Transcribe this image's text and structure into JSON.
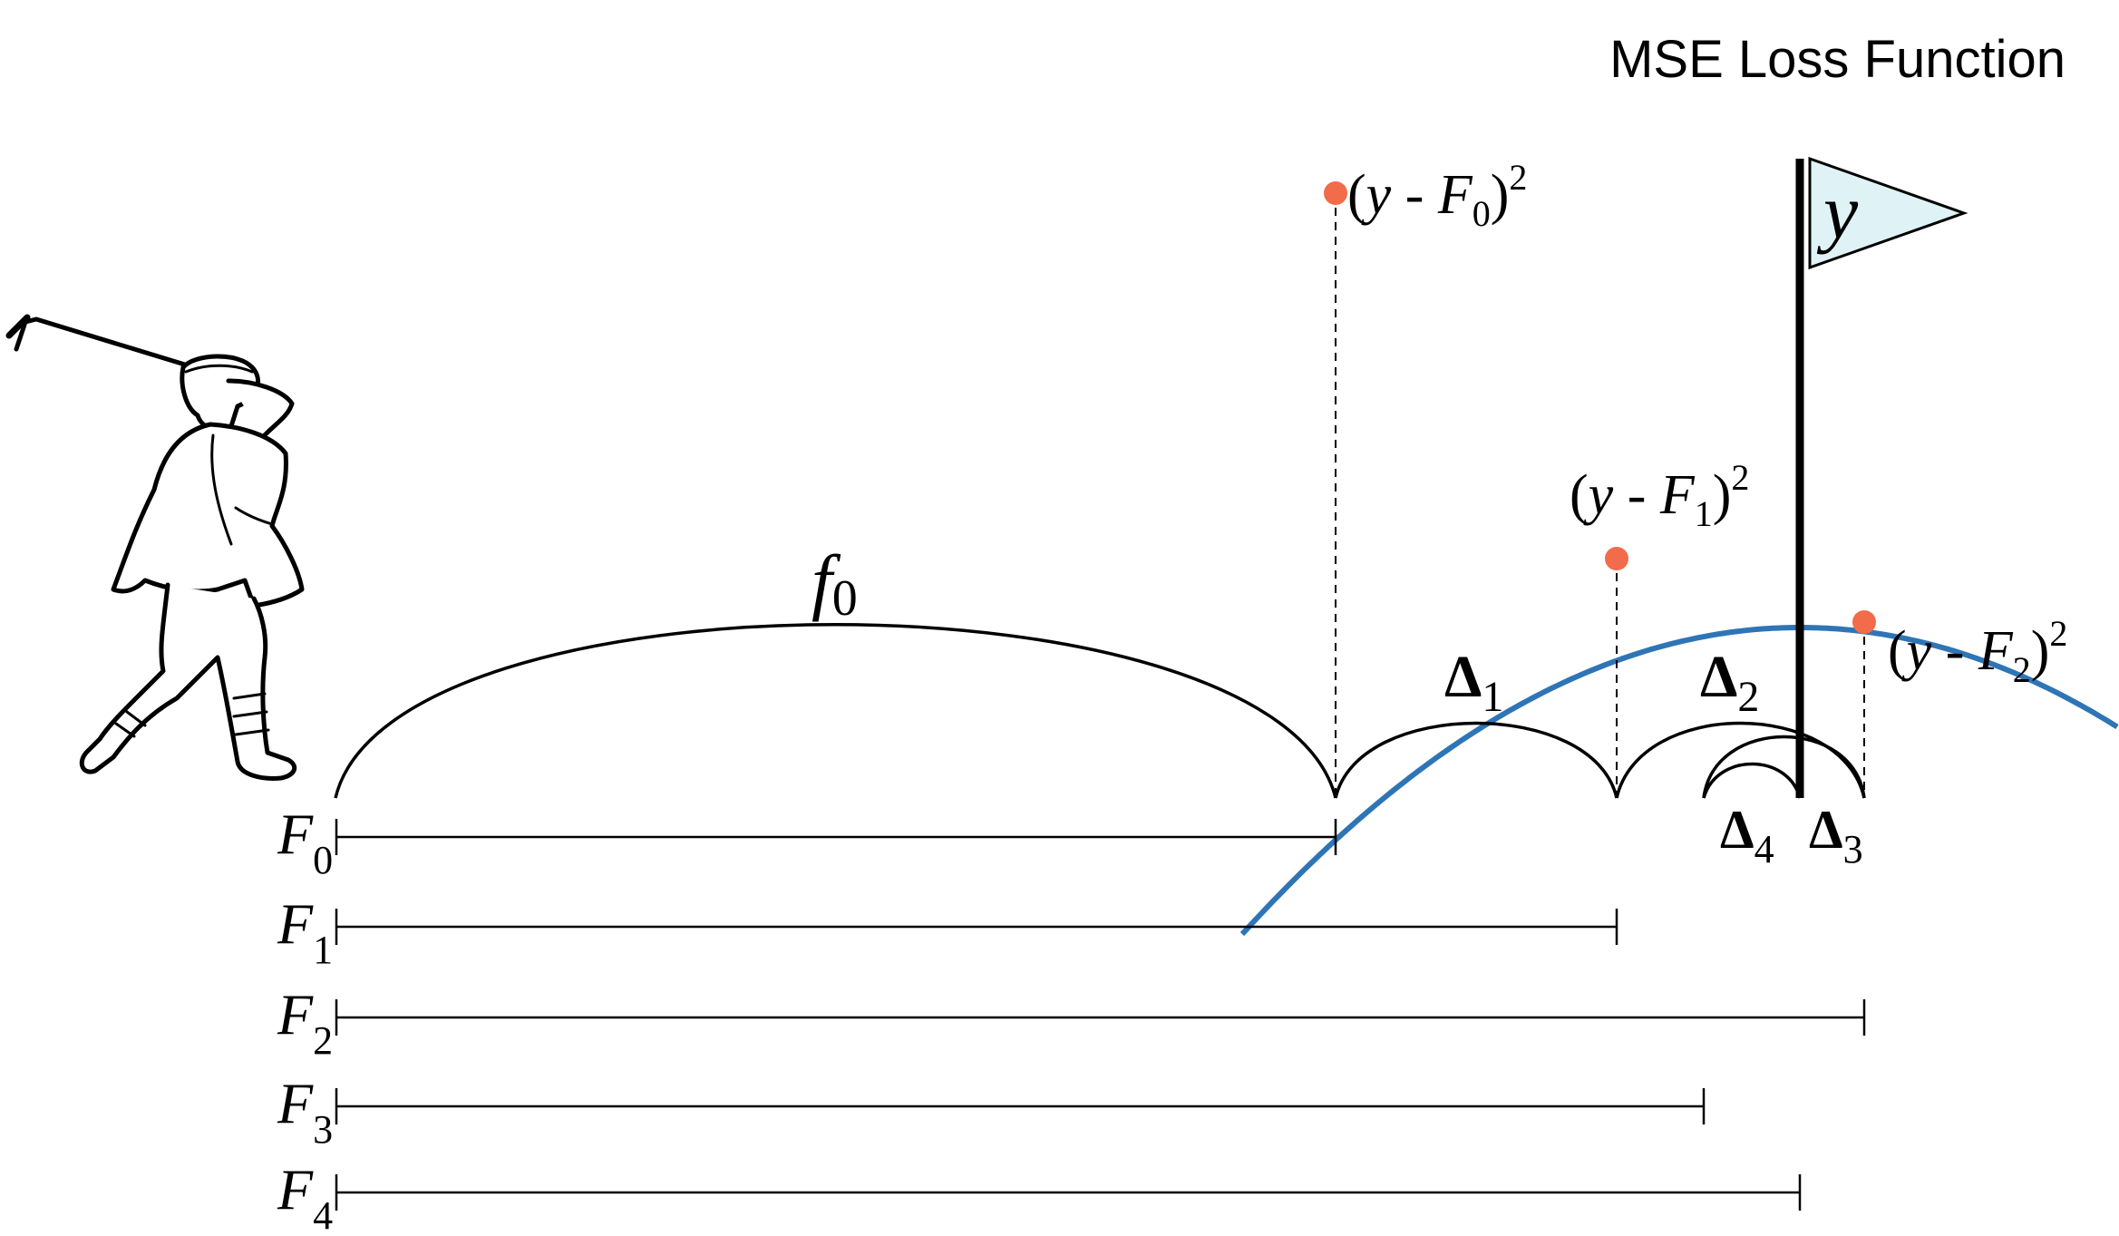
{
  "title": "MSE Loss Function",
  "target_label": "y",
  "colors": {
    "curve": "#2e75b6",
    "point": "#f26b4a",
    "flag_fill": "#dff3f7",
    "ink": "#000000"
  },
  "icons": {
    "golfer": "golfer-illustration-icon",
    "flag": "flag-icon"
  },
  "step_labels": {
    "f0": {
      "base": "f",
      "sub": "0"
    },
    "d1": {
      "base": "Δ",
      "sub": "1"
    },
    "d2": {
      "base": "Δ",
      "sub": "2"
    },
    "d3": {
      "base": "Δ",
      "sub": "3"
    },
    "d4": {
      "base": "Δ",
      "sub": "4"
    }
  },
  "loss_labels": {
    "l0": {
      "open": "(",
      "y": "y",
      "dash": " - ",
      "F": "F",
      "sub": "0",
      "close": ")",
      "sup": "2"
    },
    "l1": {
      "open": "(",
      "y": "y",
      "dash": " - ",
      "F": "F",
      "sub": "1",
      "close": ")",
      "sup": "2"
    },
    "l2": {
      "open": "(",
      "y": "y",
      "dash": " - ",
      "F": "F",
      "sub": "2",
      "close": ")",
      "sup": "2"
    }
  },
  "predictions": [
    {
      "base": "F",
      "sub": "0"
    },
    {
      "base": "F",
      "sub": "1"
    },
    {
      "base": "F",
      "sub": "2"
    },
    {
      "base": "F",
      "sub": "3"
    },
    {
      "base": "F",
      "sub": "4"
    }
  ]
}
